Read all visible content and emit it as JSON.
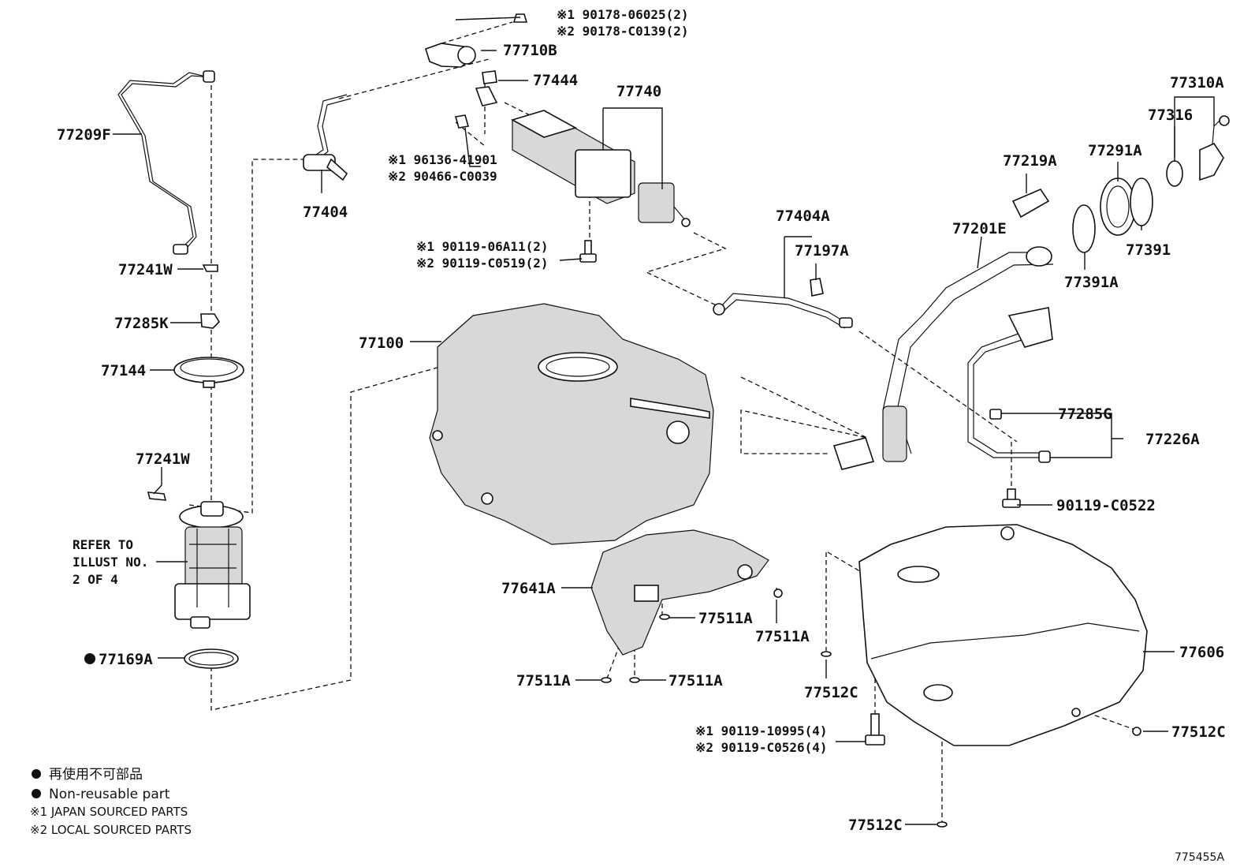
{
  "labels": {
    "p77209F": "77209F",
    "p77241W_a": "77241W",
    "p77285K": "77285K",
    "p77144": "77144",
    "p77241W_b": "77241W",
    "p77169A": "77169A",
    "p77404": "77404",
    "p77710B": "77710B",
    "p77444": "77444",
    "p77740": "77740",
    "p77404A": "77404A",
    "p77197A": "77197A",
    "p77219A": "77219A",
    "p77201E": "77201E",
    "p77291A": "77291A",
    "p77310A": "77310A",
    "p77316": "77316",
    "p77391": "77391",
    "p77391A": "77391A",
    "p77100": "77100",
    "p77285G": "77285G",
    "p77226A": "77226A",
    "p90119_C0522": "90119-C0522",
    "p77641A": "77641A",
    "p77511A_a": "77511A",
    "p77511A_b": "77511A",
    "p77511A_c": "77511A",
    "p77511A_d": "77511A",
    "p77606": "77606",
    "p77512C_a": "77512C",
    "p77512C_b": "77512C",
    "p77512C_c": "77512C"
  },
  "callouts": {
    "c1_line1": "※1 90178-06025(2)",
    "c1_line2": "※2 90178-C0139(2)",
    "c2_line1": "※1 96136-41901",
    "c2_line2": "※2 90466-C0039",
    "c3_line1": "※1 90119-06A11(2)",
    "c3_line2": "※2 90119-C0519(2)",
    "c4_line1": "※1 90119-10995(4)",
    "c4_line2": "※2 90119-C0526(4)"
  },
  "refer": {
    "line1": "REFER TO",
    "line2": "ILLUST NO.",
    "line3": "2 OF 4"
  },
  "legend": {
    "jp": "再使用不可部品",
    "en": "Non-reusable part",
    "note1": "※1 JAPAN SOURCED PARTS",
    "note2": "※2 LOCAL SOURCED PARTS"
  },
  "illustration_code": "775455A"
}
